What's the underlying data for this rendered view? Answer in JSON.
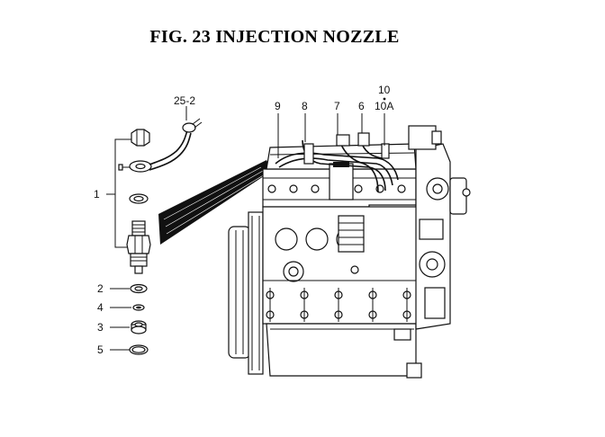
{
  "figure": {
    "title": "FIG. 23  INJECTION NOZZLE"
  },
  "callouts": {
    "c1": "1",
    "c2": "2",
    "c3": "3",
    "c4": "4",
    "c5": "5",
    "c6": "6",
    "c7": "7",
    "c8": "8",
    "c9": "9",
    "c10": "10",
    "c10a": "10A",
    "c25_2": "25-2"
  }
}
